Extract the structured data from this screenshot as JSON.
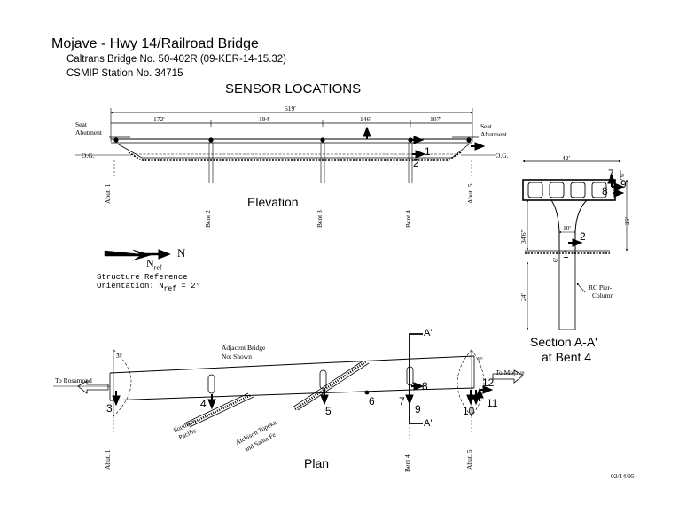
{
  "header": {
    "title": "Mojave - Hwy 14/Railroad Bridge",
    "line1": "Caltrans Bridge No. 50-402R (09-KER-14-15.32)",
    "line2": "CSMIP Station No. 34715",
    "section": "SENSOR LOCATIONS"
  },
  "elevation": {
    "title": "Elevation",
    "total_span": "619'",
    "spans": [
      "172'",
      "194'",
      "146'",
      "107'"
    ],
    "left_end": [
      "Seat",
      "Abutment"
    ],
    "right_end": [
      "Seat",
      "Abutment"
    ],
    "og_left": "O.G.",
    "og_right": "O.G.",
    "supports": [
      "Abut. 1",
      "Bent 2",
      "Bent 3",
      "Bent 4",
      "Abut. 5"
    ],
    "sensors": [
      "1",
      "2"
    ]
  },
  "orientation": {
    "north": "N",
    "nref": "N",
    "nref_sub": "ref",
    "line1": "Structure Reference",
    "line2_pre": "Orientation: N",
    "line2_sub": "ref",
    "line2_post": " = 2°"
  },
  "section": {
    "title_line1": "Section A-A'",
    "title_line2": "at Bent 4",
    "width": "42'",
    "deck_depth": "7'6\"",
    "pier_height": "34'6\"",
    "footing": "6'",
    "pier_width": "10'",
    "column_depth": "24'",
    "right_height": "25'",
    "pier_label_1": "RC Pier-",
    "pier_label_2": "Column",
    "sensors": [
      "7",
      "8",
      "9",
      "2",
      "1"
    ]
  },
  "plan": {
    "title": "Plan",
    "to_left": "To Rosamond",
    "to_right": "To Mojave",
    "adjacent_1": "Adjacent Bridge",
    "adjacent_2": "Not Shown",
    "rail_1a": "Southern",
    "rail_1b": "Pacific",
    "rail_2a": "Atchison Topeka",
    "rail_2b": "and Santa Fe",
    "skew_left": "3°",
    "skew_right": "1°",
    "cut_top": "A'",
    "cut_bottom": "A'",
    "supports": [
      "Abut. 1",
      "Bent 4",
      "Abut. 5"
    ],
    "sensors": [
      "3",
      "4",
      "5",
      "6",
      "7",
      "8",
      "9",
      "10",
      "11",
      "12"
    ]
  },
  "date": "02/14/95"
}
